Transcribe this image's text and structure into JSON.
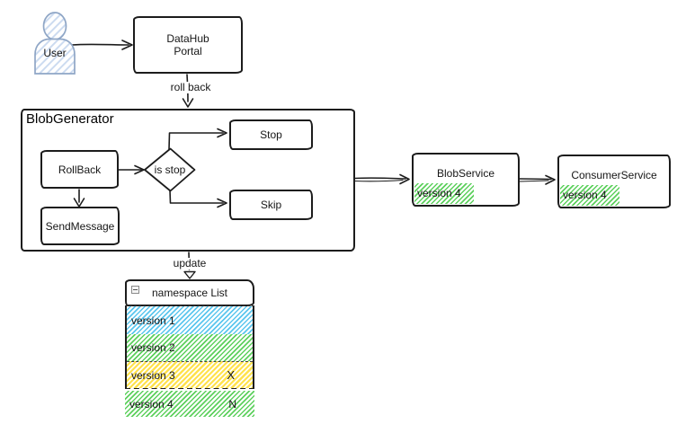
{
  "actor": {
    "label": "User"
  },
  "nodes": {
    "datahub": {
      "line1": "DataHub",
      "line2": "Portal"
    },
    "blobgenerator": {
      "title": "BlobGenerator"
    },
    "rollback": {
      "label": "RollBack"
    },
    "sendmessage": {
      "label": "SendMessage"
    },
    "decision": {
      "label": "is stop"
    },
    "stop": {
      "label": "Stop"
    },
    "skip": {
      "label": "Skip"
    },
    "blobservice": {
      "label": "BlobService",
      "version": "version 4"
    },
    "consumerservice": {
      "label": "ConsumerService",
      "version": "version 4"
    }
  },
  "edges": {
    "rollback_label": "roll back",
    "update_label": "update"
  },
  "table": {
    "title": "namespace List",
    "rows": [
      {
        "label": "version 1",
        "flag": ""
      },
      {
        "label": "version 2",
        "flag": ""
      },
      {
        "label": "version 3",
        "flag": "X"
      },
      {
        "label": "version 4",
        "flag": "N"
      }
    ]
  },
  "colors": {
    "stroke": "#1c1c1c",
    "hatch_blue": "#5bc6ee",
    "hatch_green": "#5dd05d",
    "hatch_yellow": "#ffe24d",
    "actor_stroke": "#8fa6c6",
    "actor_hatch": "#ccdbf0"
  }
}
